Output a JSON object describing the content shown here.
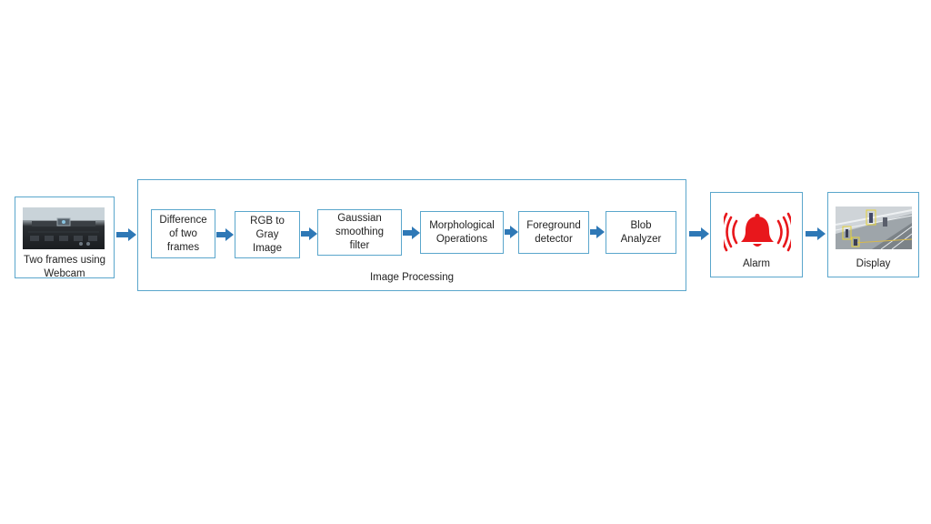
{
  "input": {
    "label": "Two frames using\nWebcam",
    "image": "webcam-photo"
  },
  "processing": {
    "title": "Image Processing",
    "steps": [
      {
        "label": "Difference\nof two\nframes"
      },
      {
        "label": "RGB to\nGray\nImage"
      },
      {
        "label": "Gaussian\nsmoothing\nfilter"
      },
      {
        "label": "Morphological\nOperations"
      },
      {
        "label": "Foreground\ndetector"
      },
      {
        "label": "Blob\nAnalyzer"
      }
    ]
  },
  "alarm": {
    "label": "Alarm",
    "icon": "alarm-bell-icon"
  },
  "display": {
    "label": "Display",
    "image": "surveillance-frame"
  },
  "colors": {
    "border": "#5aa6cc",
    "arrow": "#2e78b6",
    "alarm": "#e8171c"
  }
}
